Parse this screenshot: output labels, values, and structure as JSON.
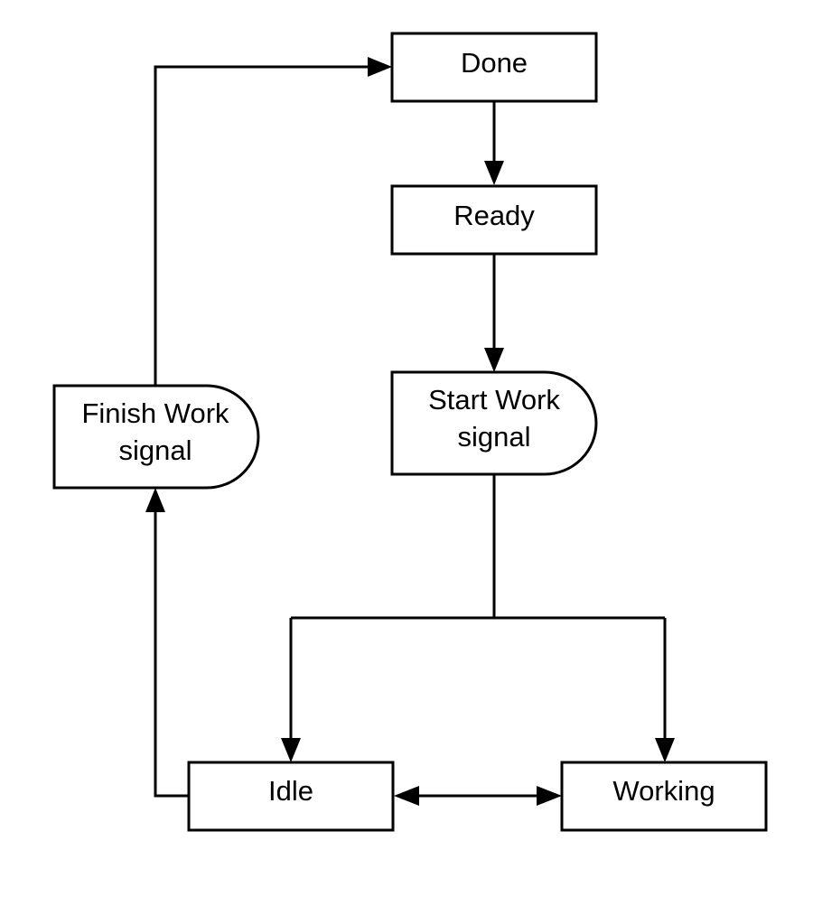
{
  "diagram": {
    "nodes": {
      "done": {
        "label": "Done",
        "shape": "rectangle"
      },
      "ready": {
        "label": "Ready",
        "shape": "rectangle"
      },
      "start_work": {
        "label_line1": "Start Work",
        "label_line2": "signal",
        "shape": "delay"
      },
      "finish_work": {
        "label_line1": "Finish Work",
        "label_line2": "signal",
        "shape": "delay"
      },
      "idle": {
        "label": "Idle",
        "shape": "rectangle"
      },
      "working": {
        "label": "Working",
        "shape": "rectangle"
      }
    },
    "edges": [
      {
        "from": "Done",
        "to": "Ready"
      },
      {
        "from": "Ready",
        "to": "Start Work signal"
      },
      {
        "from": "Start Work signal",
        "to": "Idle"
      },
      {
        "from": "Start Work signal",
        "to": "Working"
      },
      {
        "from": "Idle",
        "to": "Working",
        "bidirectional": true
      },
      {
        "from": "Idle",
        "to": "Finish Work signal"
      },
      {
        "from": "Finish Work signal",
        "to": "Done"
      }
    ],
    "colors": {
      "stroke": "#000000",
      "fill": "#ffffff",
      "background": "#ffffff"
    }
  }
}
